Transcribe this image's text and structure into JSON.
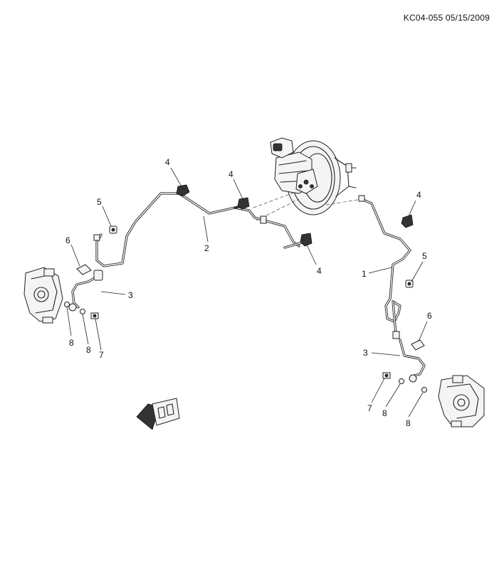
{
  "header": {
    "doc_id": "KC04-055 05/15/2009"
  },
  "callouts": [
    {
      "id": "c-4a",
      "label": "4"
    },
    {
      "id": "c-4b",
      "label": "4"
    },
    {
      "id": "c-4c",
      "label": "4"
    },
    {
      "id": "c-4d",
      "label": "4"
    },
    {
      "id": "c-5a",
      "label": "5"
    },
    {
      "id": "c-5b",
      "label": "5"
    },
    {
      "id": "c-6a",
      "label": "6"
    },
    {
      "id": "c-6b",
      "label": "6"
    },
    {
      "id": "c-2",
      "label": "2"
    },
    {
      "id": "c-1",
      "label": "1"
    },
    {
      "id": "c-3a",
      "label": "3"
    },
    {
      "id": "c-3b",
      "label": "3"
    },
    {
      "id": "c-8a",
      "label": "8"
    },
    {
      "id": "c-8b",
      "label": "8"
    },
    {
      "id": "c-8c",
      "label": "8"
    },
    {
      "id": "c-8d",
      "label": "8"
    },
    {
      "id": "c-7a",
      "label": "7"
    },
    {
      "id": "c-7b",
      "label": "7"
    }
  ]
}
